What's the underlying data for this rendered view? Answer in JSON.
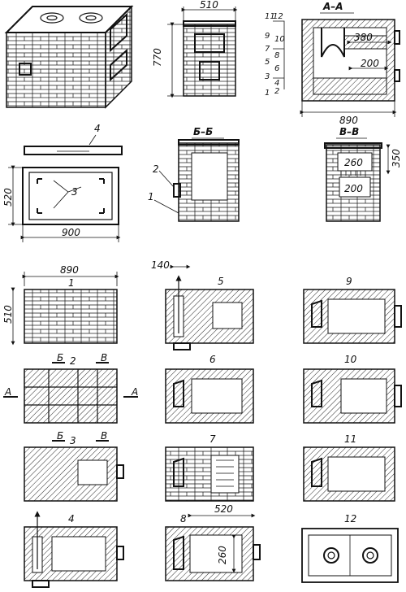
{
  "dims": {
    "d510_top": "510",
    "d770": "770",
    "d380": "380",
    "d200_aa": "200",
    "d890_aa": "890",
    "d520_plan": "520",
    "d900": "900",
    "d350": "350",
    "d260_vv": "260",
    "d200_vv": "200",
    "d890_rows": "890",
    "d510_rows": "510",
    "d140": "140",
    "d520_r8": "520",
    "d260_r8": "260"
  },
  "sections": {
    "aa": "А–А",
    "bb": "Б–Б",
    "vv": "В–В"
  },
  "callouts": {
    "c4": "4",
    "c3": "3",
    "c2": "2",
    "c1": "1"
  },
  "cut_marks": {
    "b": "Б",
    "v": "В",
    "a": "А"
  },
  "row_scale": [
    "11",
    "12",
    "9",
    "10",
    "7",
    "8",
    "5",
    "6",
    "3",
    "4",
    "1",
    "2"
  ],
  "rows": {
    "r1": "1",
    "r2": "2",
    "r3": "3",
    "r4": "4",
    "r5": "5",
    "r6": "6",
    "r7": "7",
    "r8": "8",
    "r9": "9",
    "r10": "10",
    "r11": "11",
    "r12": "12"
  }
}
